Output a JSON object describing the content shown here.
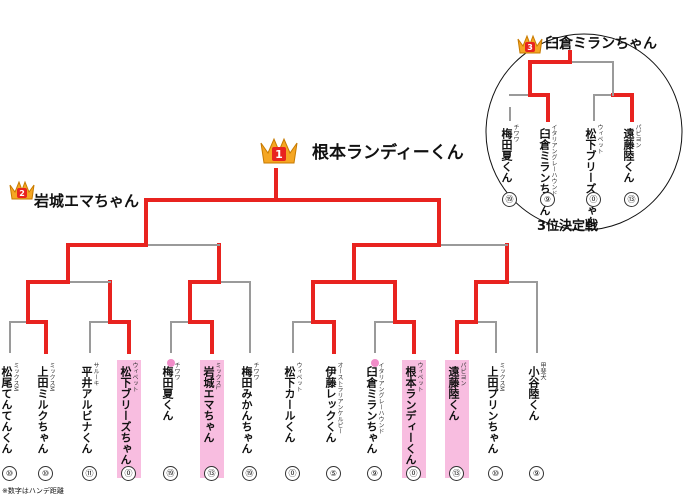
{
  "champion": {
    "rank": "1",
    "name": "根本ランディーくん"
  },
  "second": {
    "rank": "2",
    "name": "岩城エマちゃん"
  },
  "third_place": {
    "rank": "3",
    "name": "臼倉ミランちゃん",
    "caption": "3位決定戦"
  },
  "footnote": "※数字はハンデ距離",
  "colors": {
    "winner_line": "#e8231f",
    "loser_line": "#9a9a9a",
    "highlight": "#f8bde0",
    "dot": "#f08cc8",
    "crown_gold": "#f5a623"
  },
  "contestants": [
    {
      "breed": "ミックスM",
      "name": "松尾てんてんくん",
      "handicap": "⑩",
      "winner": false
    },
    {
      "breed": "ミックスM",
      "name": "上田ミルクちゃん",
      "handicap": "⑩",
      "winner": false
    },
    {
      "breed": "サルーキ",
      "name": "平井アルビナくん",
      "handicap": "⑪",
      "winner": false
    },
    {
      "breed": "ウィペット",
      "name": "松下ブリーズちゃん",
      "handicap": "⓪",
      "winner": true
    },
    {
      "breed": "チワワ",
      "name": "梅田夏くん",
      "handicap": "⑲",
      "winner": false
    },
    {
      "breed": "ミックスL",
      "name": "岩城エマちゃん",
      "handicap": "⑬",
      "winner": true
    },
    {
      "breed": "チワワ",
      "name": "梅田みかんちゃん",
      "handicap": "⑲",
      "winner": false
    },
    {
      "breed": "ウィペット",
      "name": "松下カールくん",
      "handicap": "⓪",
      "winner": false
    },
    {
      "breed": "オーストラリアンケルピー",
      "name": "伊藤レックくん",
      "handicap": "⑤",
      "winner": false
    },
    {
      "breed": "イタリアングレーハウンド",
      "name": "臼倉ミランちゃん",
      "handicap": "⑨",
      "winner": false
    },
    {
      "breed": "ウィペット",
      "name": "根本ランディーくん",
      "handicap": "⓪",
      "winner": true
    },
    {
      "breed": "パピヨン",
      "name": "遠藤陸くん",
      "handicap": "⑬",
      "winner": true
    },
    {
      "breed": "ミックスM",
      "name": "上田プリンちゃん",
      "handicap": "⑩",
      "winner": false
    },
    {
      "breed": "甲斐犬",
      "name": "小谷陸くん",
      "handicap": "⑨",
      "winner": false
    }
  ],
  "third_contestants": [
    {
      "breed": "チワワ",
      "name": "梅田夏くん",
      "handicap": "⑲"
    },
    {
      "breed": "イタリアングレーハウンド",
      "name": "臼倉ミランちゃん",
      "handicap": "⑨"
    },
    {
      "breed": "ウィペット",
      "name": "松下ブリーズちゃん",
      "handicap": "⓪"
    },
    {
      "breed": "パピヨン",
      "name": "遠藤陸くん",
      "handicap": "⑬"
    }
  ]
}
